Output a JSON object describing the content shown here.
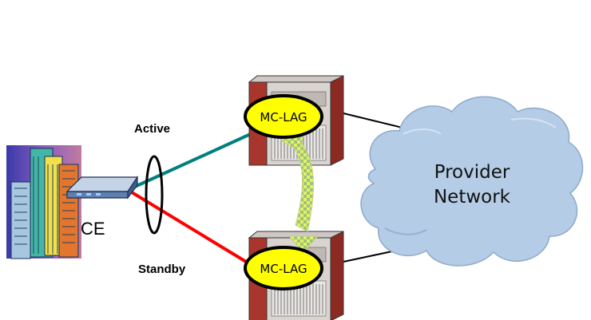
{
  "labels": {
    "active": "Active",
    "standby": "Standby",
    "ce": "CE",
    "mc_lag_top": "MC-LAG",
    "mc_lag_bottom": "MC-LAG",
    "cloud_line1": "Provider",
    "cloud_line2": "Network"
  },
  "colors": {
    "active_link": "#007f7f",
    "standby_link": "#ff0000",
    "lag_ellipse": "#ffff00",
    "cloud_fill": "#b4cce6",
    "router_red": "#a8362c"
  },
  "icons": {
    "site": "office-buildings-icon",
    "ce": "ce-router-icon",
    "routers": "chassis-router-icon",
    "cloud": "cloud-icon"
  }
}
